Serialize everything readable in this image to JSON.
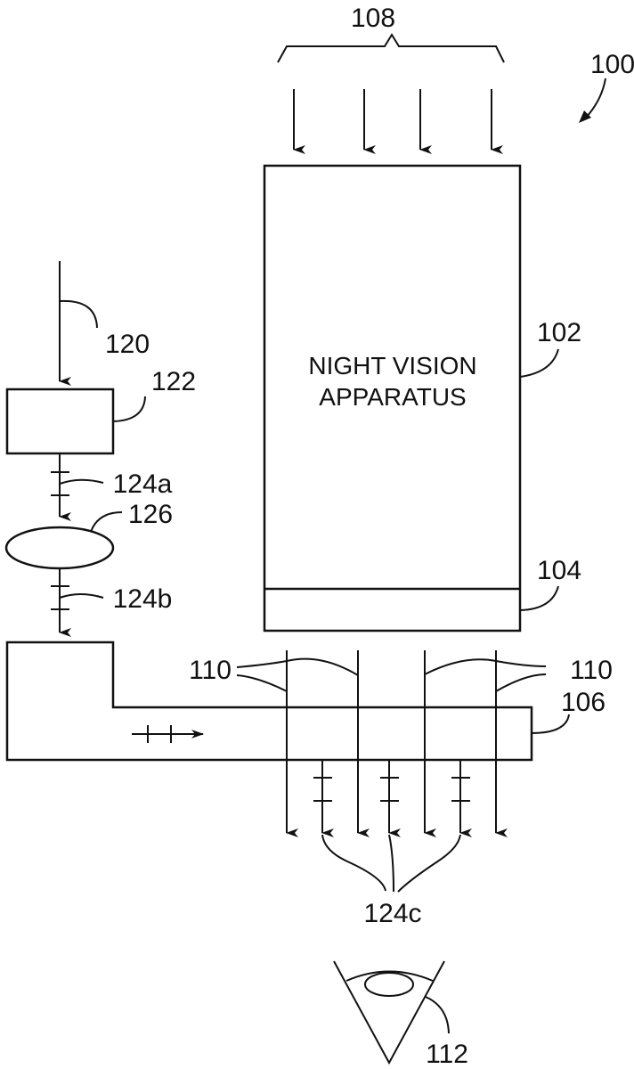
{
  "figure": {
    "ref_overall": "100",
    "main_box": {
      "ref": "102",
      "text_line1": "NIGHT VISION",
      "text_line2": "APPARATUS"
    },
    "output_section": {
      "ref": "104"
    },
    "input_light": {
      "ref": "108"
    },
    "waveguide": {
      "ref": "106"
    },
    "transmitted_light": {
      "ref_left": "110",
      "ref_right": "110"
    },
    "eye": {
      "ref": "112"
    },
    "source_signal": {
      "ref": "120"
    },
    "display_source": {
      "ref": "122"
    },
    "optic": {
      "ref": "126"
    },
    "light_a": {
      "ref": "124a"
    },
    "light_b": {
      "ref": "124b"
    },
    "light_c": {
      "ref": "124c"
    }
  },
  "colors": {
    "line": "#111111",
    "background": "#ffffff"
  }
}
